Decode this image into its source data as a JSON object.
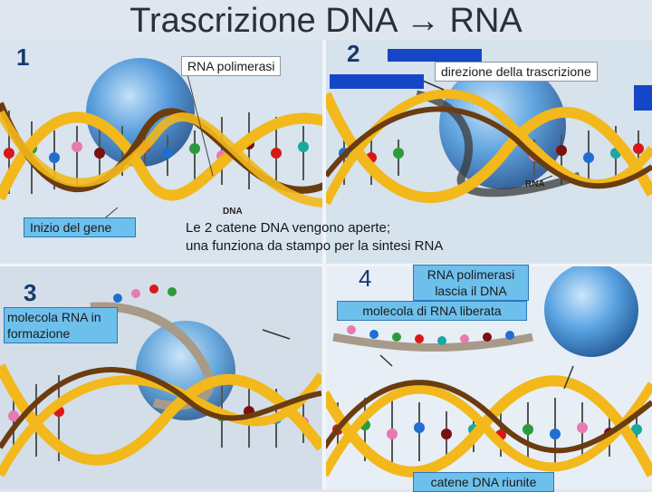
{
  "title": "Trascrizione DNA → RNA",
  "steps": {
    "n1": "1",
    "n2": "2",
    "n3": "3",
    "n4": "4"
  },
  "labels": {
    "rna_polimerasi": "RNA polimerasi",
    "direzione": "direzione della trascrizione",
    "inizio_gene": "Inizio del gene",
    "dna": "DNA",
    "rna": "RNA",
    "caption_line1": "Le 2 catene DNA vengono aperte;",
    "caption_line2": "una funziona da stampo per la sintesi RNA",
    "polimerasi_lascia": "RNA polimerasi lascia il DNA",
    "molecola_formazione": "molecola RNA in formazione",
    "molecola_liberata": "molecola di RNA liberata",
    "catene_riunite": "catene DNA riunite"
  },
  "colors": {
    "strand_yellow": "#f2b81c",
    "strand_brown": "#6b3c10",
    "rna_gray": "#a89a88",
    "polymerase": "#3f8fd8",
    "label_bar": "#1646c8",
    "bases": [
      "#d81818",
      "#2b9b3a",
      "#1e6fd0",
      "#e87ab0",
      "#7a1010",
      "#18a8a0"
    ]
  }
}
